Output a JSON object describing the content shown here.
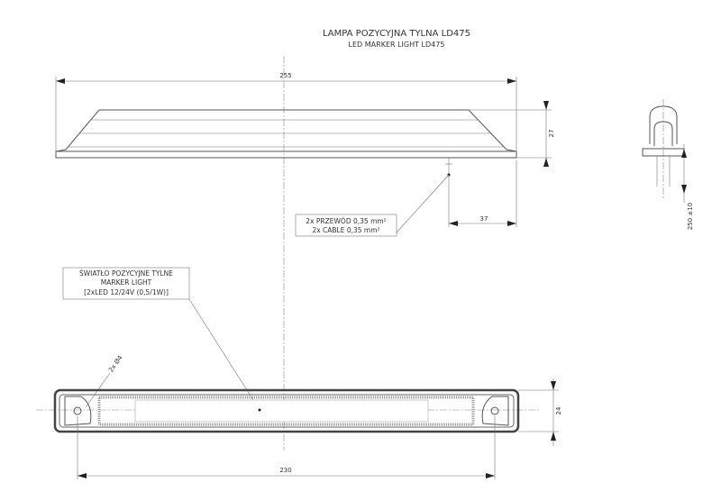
{
  "title": {
    "pl": "LAMPA POZYCYJNA TYLNA LD475",
    "en": "LED MARKER LIGHT LD475"
  },
  "dimensions": {
    "overall_length": "255",
    "height": "27",
    "cable_offset": "37",
    "cable_length": "250 ±10",
    "hole_spacing": "230",
    "width": "24",
    "holes": "2x Ø4"
  },
  "callouts": {
    "cable": [
      "2x PRZEWÓD 0,35 mm²",
      "2x CABLE 0,35 mm²"
    ],
    "light": [
      "ŚWIATŁO POZYCYJNE TYLNE",
      "MARKER LIGHT",
      "[2xLED 12/24V (0,5/1W)]"
    ]
  }
}
